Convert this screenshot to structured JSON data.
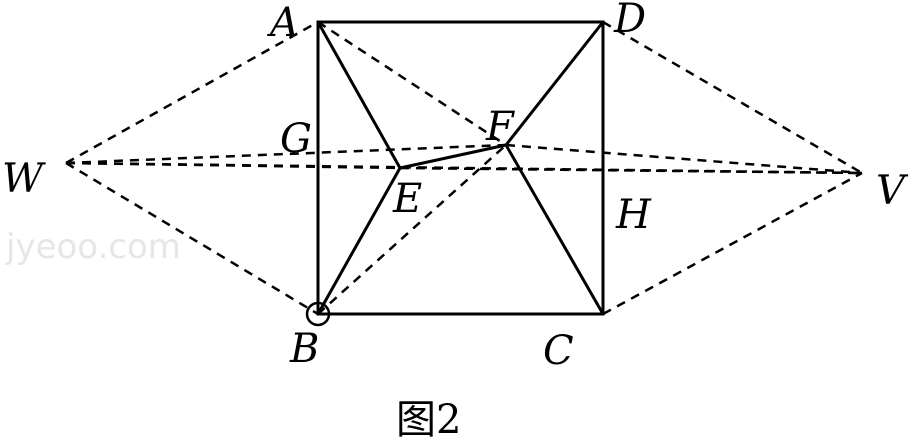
{
  "watermark": "jyeoo.com",
  "caption": "图2",
  "points": {
    "A": "A",
    "D": "D",
    "B": "B",
    "C": "C",
    "E": "E",
    "F": "F",
    "G": "G",
    "H": "H",
    "W": "W",
    "V": "V"
  }
}
